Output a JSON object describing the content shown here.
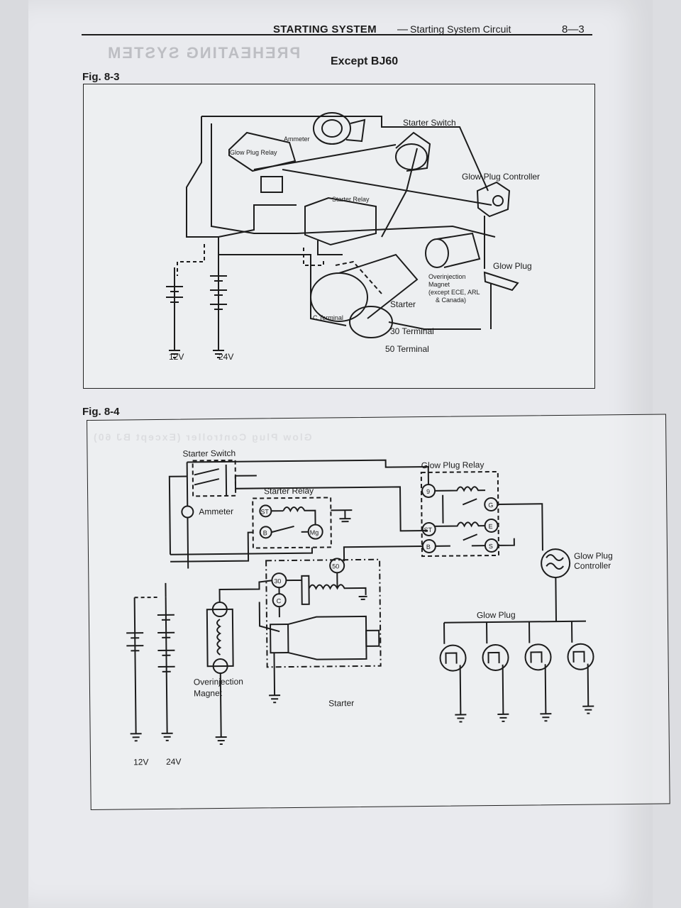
{
  "header": {
    "section": "STARTING SYSTEM",
    "dash": "—",
    "subsection": "Starting System Circuit",
    "page_number": "8—3"
  },
  "subtitle": "Except BJ60",
  "fig1": {
    "label": "Fig. 8-3",
    "labels": {
      "ammeter": "Ammeter",
      "glow_plug_relay": "Glow Plug Relay",
      "starter_switch": "Starter Switch",
      "glow_plug_controller": "Glow Plug Controller",
      "starter_relay": "Starter Relay",
      "glow_plug": "Glow Plug",
      "overinjection_1": "Overinjection",
      "overinjection_2": "Magnet",
      "overinjection_3": "(except ECE, ARL",
      "overinjection_4": "& Canada)",
      "starter": "Starter",
      "c_terminal": "C Terminal",
      "terminal_30": "30 Terminal",
      "terminal_50": "50 Terminal",
      "v12": "12V",
      "v24": "24V"
    }
  },
  "fig2": {
    "label": "Fig. 8-4",
    "labels": {
      "starter_switch": "Starter Switch",
      "glow_plug_relay": "Glow Plug Relay",
      "starter_relay": "Starter Relay",
      "ammeter": "Ammeter",
      "glow_plug_controller_1": "Glow Plug",
      "glow_plug_controller_2": "Controller",
      "glow_plug": "Glow Plug",
      "overinjection_1": "Overinjection",
      "overinjection_2": "Magnet",
      "starter": "Starter",
      "v12": "12V",
      "v24": "24V",
      "t_st": "ST",
      "t_b": "B",
      "t_mg": "Mg",
      "t_9": "9",
      "t_g": "G",
      "t_e": "E",
      "t_s": "S",
      "t_30": "30",
      "t_c": "C",
      "t_50": "50"
    }
  }
}
